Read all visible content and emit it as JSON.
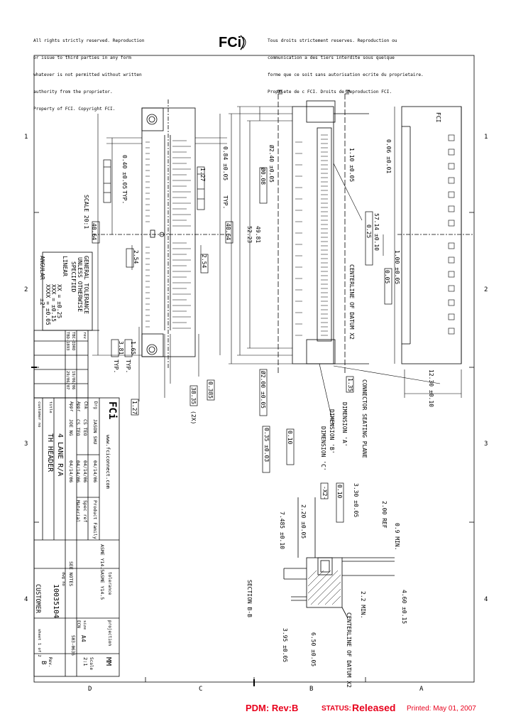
{
  "legal": {
    "en": [
      "All rights strictly reserved. Reproduction",
      "or issue to third parties in any form",
      "whatever is not permitted without written",
      "authority from the proprietor.",
      "Property of FCI. Copyright FCI."
    ],
    "fr": [
      "Tous droits strictement reserves. Reproduction ou",
      "communication a des tiers interdite sous quelque",
      "forme que ce soit sans autorisation ecrite du proprietaire.",
      "Propriete de c FCI. Droits de reproduction FCI."
    ]
  },
  "logo": {
    "text": "FCi"
  },
  "zones": {
    "left": [
      "1",
      "2",
      "3",
      "4"
    ],
    "right": [
      "1",
      "2",
      "3",
      "4"
    ],
    "bottom": [
      "D",
      "C",
      "B",
      "A"
    ]
  },
  "dims": {
    "d040": "0.40 ±0.05",
    "d084": "0.84 ±0.05",
    "typ": "TYP.",
    "d127a": "1.27",
    "d127b": "1.27",
    "d240": "Ø2.40 ±0.05",
    "d110": "1.10 ±0.05",
    "d008a": "Ø0.08",
    "d010a": "0.10",
    "d4064a": "40.64",
    "d4064b": "40.64",
    "d5223": "52.23",
    "d4981": "49.81",
    "d254a": "2.54",
    "d254b": "2.54",
    "d381": "3.81",
    "d165": "1.65",
    "d0385": "0.385",
    "d3835": "38.35",
    "x2x": "(2X)",
    "d2200": "Ø2.00 ±0.05",
    "d5714": "57.14 ±0.10",
    "d025": "0.25",
    "d100": "1.00 ±0.05",
    "d005": "0.05",
    "d1230": "12.30 ±0.10",
    "d135": "1.35",
    "d035": "0.35 ±0.03",
    "d10": "0.10",
    "d006": "0.06 ±0.01",
    "scale": "SCALE 20:1",
    "centerline1": "CENTERLINE OF DATUM X2",
    "seating": "CONNECTOR SEATING PLANE",
    "dimA": "DIMENSION 'A'",
    "dimB": "DIMENSION 'B'",
    "dimC": "DIMENSION 'C'",
    "x2": "-X2-",
    "d330": "3.30 ±0.05",
    "d200ref": "2.00 REF",
    "d220": "2.20 ±0.05",
    "d7485": "7.485 ±0.10",
    "d09": "0.9 MIN.",
    "sectionbb": "SECTION B-B",
    "d460": "4.60 ±0.15",
    "d22": "2.2 MIN.",
    "centerline2": "CENTERLINE OF DATUM X2",
    "d650": "6.50 ±0.05",
    "d395": "3.95 ±0.05",
    "d010b": "0.10"
  },
  "labels": {
    "b1": "B",
    "b2": "B",
    "fci_side": "FCI"
  },
  "tolerance": {
    "title": [
      "GENERAL TOLERANCE",
      "UNLESS OTHERWISE",
      "SPECIFIED"
    ],
    "linear": "LINEAR",
    "l1": "XX = ±0.25",
    "l2": "XXX = ±0.15",
    "l3": "XXXX = ±0.05",
    "angular": "ANGULAR",
    "a1": "±2°"
  },
  "revisions": {
    "header": [
      "rev",
      "ecn",
      "by",
      "date"
    ],
    "rows": [
      [
        "rev",
        "by",
        "date"
      ],
      [
        "A",
        "TBC-IDRO",
        "JH",
        "19/06/06"
      ],
      [
        "B",
        "TBD-1893",
        "JH",
        "29/06/07"
      ]
    ]
  },
  "titleblock": {
    "website": "www.fciconnect.com",
    "product_family": "Product Family",
    "drawn": "JASON SHU",
    "drawn_date": "04/14/06",
    "drawn_lbl": "Drg",
    "chk": "CS TEO",
    "chk_date": "04/14/06",
    "chk_lbl": "Chk",
    "appr": "CS TEO",
    "appr_date": "04/14/06",
    "appr_lbl": "Appr",
    "appr2": "JOE NG",
    "appr2_date": "04/14/06",
    "appr2_lbl": "Appr",
    "spec_ref": "Spec ref",
    "material": "Material",
    "see_notes": "SEE NOTES",
    "asme": "ASME Y14.5",
    "tolerance_lbl": "tolerance",
    "tolerance_val": "ASME Y14.5",
    "projection": "projection",
    "units": "MM",
    "title_lbl": "title",
    "title1": "4 LANE R/A",
    "title2": "TH HEADER",
    "customer_lbl": "customer no",
    "customer": "CUSTOMER",
    "dwg_lbl": "dwg no",
    "dwg_no": "10035104",
    "size_lbl": "size",
    "size": "A4",
    "ecn": "ECN",
    "ecn_no": "S03-0636",
    "scale_lbl": "Scale",
    "scale_val": "2:1",
    "rev_lbl": "Rev.",
    "rev": "B",
    "sheet": "sheet 1 of 2"
  },
  "footer": {
    "pdm": "PDM: Rev:B",
    "status_label": "STATUS:",
    "status_value": "Released",
    "printed": "Printed: May 01, 2007"
  },
  "colors": {
    "stamp": "#e8001c",
    "ink": "#000000"
  }
}
